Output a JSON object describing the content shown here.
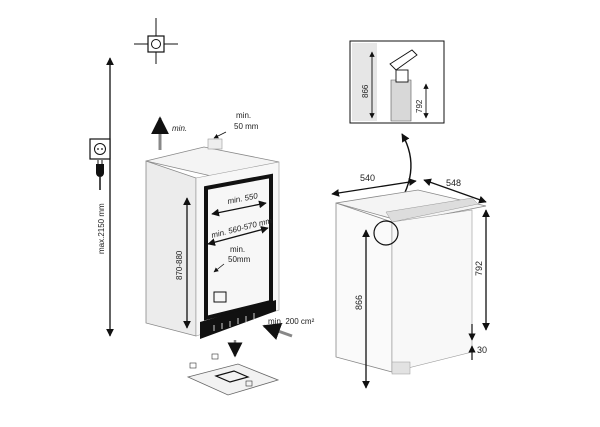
{
  "left_view": {
    "max_height_label": "max.2150 mm",
    "niche_height_label": "870-880",
    "top_gap_label": "min. 50 mm",
    "top_gap_min": "min.",
    "top_gap_value": "50 mm",
    "vent_up_label": "min.",
    "inner_depth_label": "min. 550",
    "inner_width_label": "min. 560-570 mm",
    "rear_gap_min": "min.",
    "rear_gap_value": "50mm",
    "vent_area_label": "min. 200 cm²"
  },
  "right_view": {
    "width_label": "540",
    "depth_label": "548",
    "door_height_label": "792",
    "body_height_label": "866",
    "plinth_label": "30",
    "detail_height_label": "866",
    "detail_door_label": "792"
  },
  "icons": {
    "outlet": "electrical-outlet-icon",
    "plug": "power-plug-icon",
    "water": "water-connection-icon"
  }
}
